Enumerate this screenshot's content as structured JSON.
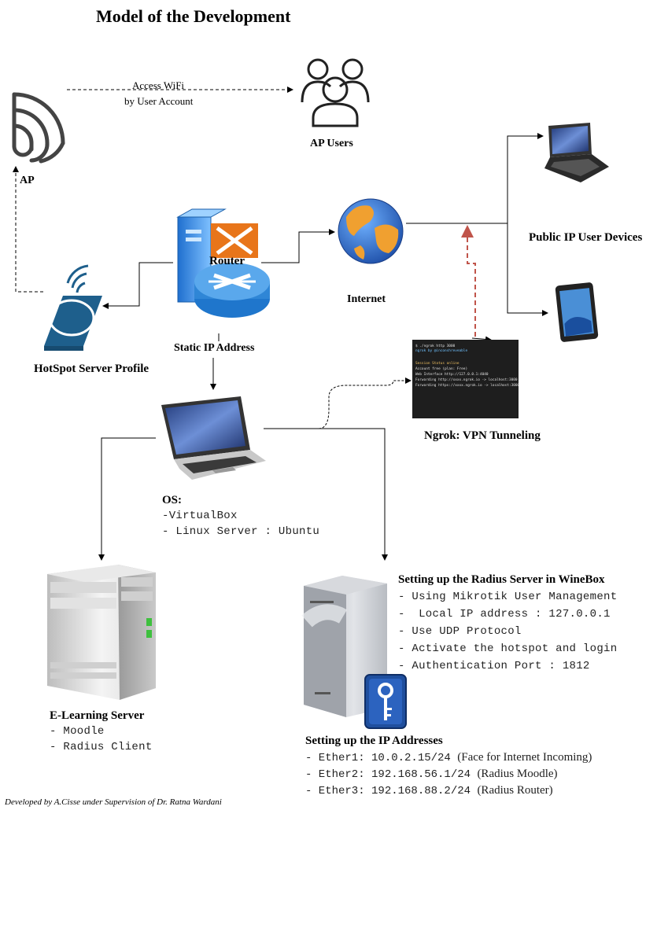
{
  "title": "Model of the Development",
  "edge_labels": {
    "access_wifi_line1": "Access WiFi",
    "access_wifi_line2": "by User Account"
  },
  "nodes": {
    "ap": "AP",
    "ap_users": "AP Users",
    "router": "Router",
    "internet": "Internet",
    "public_ip_devices": "Public IP User Devices",
    "hotspot_profile": "HotSpot Server Profile",
    "static_ip": "Static IP Address",
    "ngrok": "Ngrok: VPN Tunneling"
  },
  "os_block": {
    "heading": "OS:",
    "items": [
      "-VirtualBox",
      "- Linux Server : Ubuntu"
    ]
  },
  "elearning_block": {
    "heading": "E-Learning Server",
    "items": [
      "- Moodle",
      "- Radius Client"
    ]
  },
  "radius_block": {
    "heading": "Setting up the Radius Server in WineBox",
    "items": [
      "- Using Mikrotik User Management",
      "-  Local IP address : 127.0.0.1",
      "- Use UDP Protocol",
      "- Activate the hotspot and login",
      "- Authentication Port : 1812"
    ]
  },
  "ip_block": {
    "heading": "Setting up the IP Addresses",
    "items": [
      {
        "mono": "- Ether1: 10.0.2.15/24 ",
        "note": "(Face for Internet Incoming)"
      },
      {
        "mono": "- Ether2: 192.168.56.1/24 ",
        "note": "(Radius Moodle)"
      },
      {
        "mono": "- Ether3: 192.168.88.2/24 ",
        "note": "(Radius Router)"
      }
    ]
  },
  "terminal_lines": [
    "$ ./ngrok http 3000",
    "  ngrok by @inconshreveable",
    "Session Status       online",
    "Account              free (plan: Free)",
    "Web Interface        http://127.0.0.1:4040",
    "Forwarding           http://xxxx.ngrok.io -> localhost:3000",
    "Forwarding           https://xxxx.ngrok.io -> localhost:3000"
  ],
  "footer": "Developed by A.Cisse under Supervision of Dr. Ratna Wardani",
  "colors": {
    "router_orange": "#e8751a",
    "router_blue": "#2f86d6",
    "hotspot_blue": "#1e5f8c",
    "globe_blue": "#2a6fc9",
    "globe_orange": "#f0a030",
    "terminal_bg": "#1e1e1e",
    "tunnel_arrow": "#c0544a",
    "key_blue": "#1f4f9e"
  },
  "icons": {
    "ap": "wifi-signal-icon",
    "ap_users": "users-group-icon",
    "router": "router-icon",
    "internet": "globe-icon",
    "hotspot": "hotspot-access-point-icon",
    "laptop": "laptop-icon",
    "terminal": "terminal-icon",
    "public_laptop": "laptop-icon",
    "tablet": "tablet-icon",
    "elearning_server": "server-tower-icon",
    "radius_server": "server-tower-icon",
    "key": "key-icon"
  }
}
